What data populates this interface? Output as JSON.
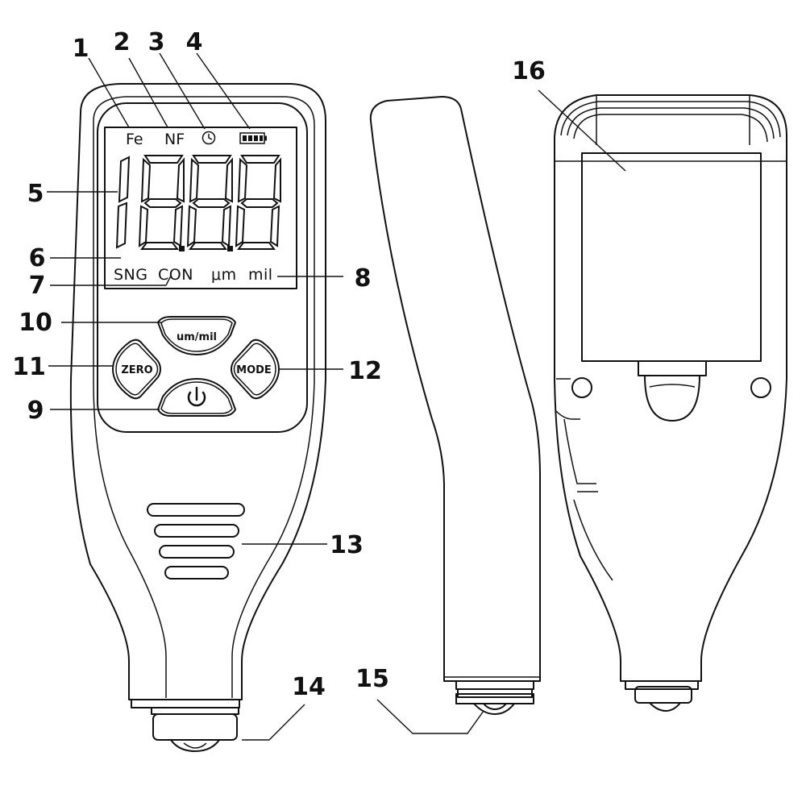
{
  "lcd": {
    "fe": "Fe",
    "nf": "NF",
    "sng": "SNG",
    "con": "CON",
    "um": "μm",
    "mil": "mil",
    "digits": "18.8.8"
  },
  "buttons": {
    "unit": "um/mil",
    "zero": "ZERO",
    "mode": "MODE"
  },
  "callouts": [
    "1",
    "2",
    "3",
    "4",
    "5",
    "6",
    "7",
    "8",
    "9",
    "10",
    "11",
    "12",
    "13",
    "14",
    "15",
    "16"
  ],
  "icons": {
    "timer": "clock-icon",
    "battery": "battery-icon",
    "power": "power-icon"
  }
}
